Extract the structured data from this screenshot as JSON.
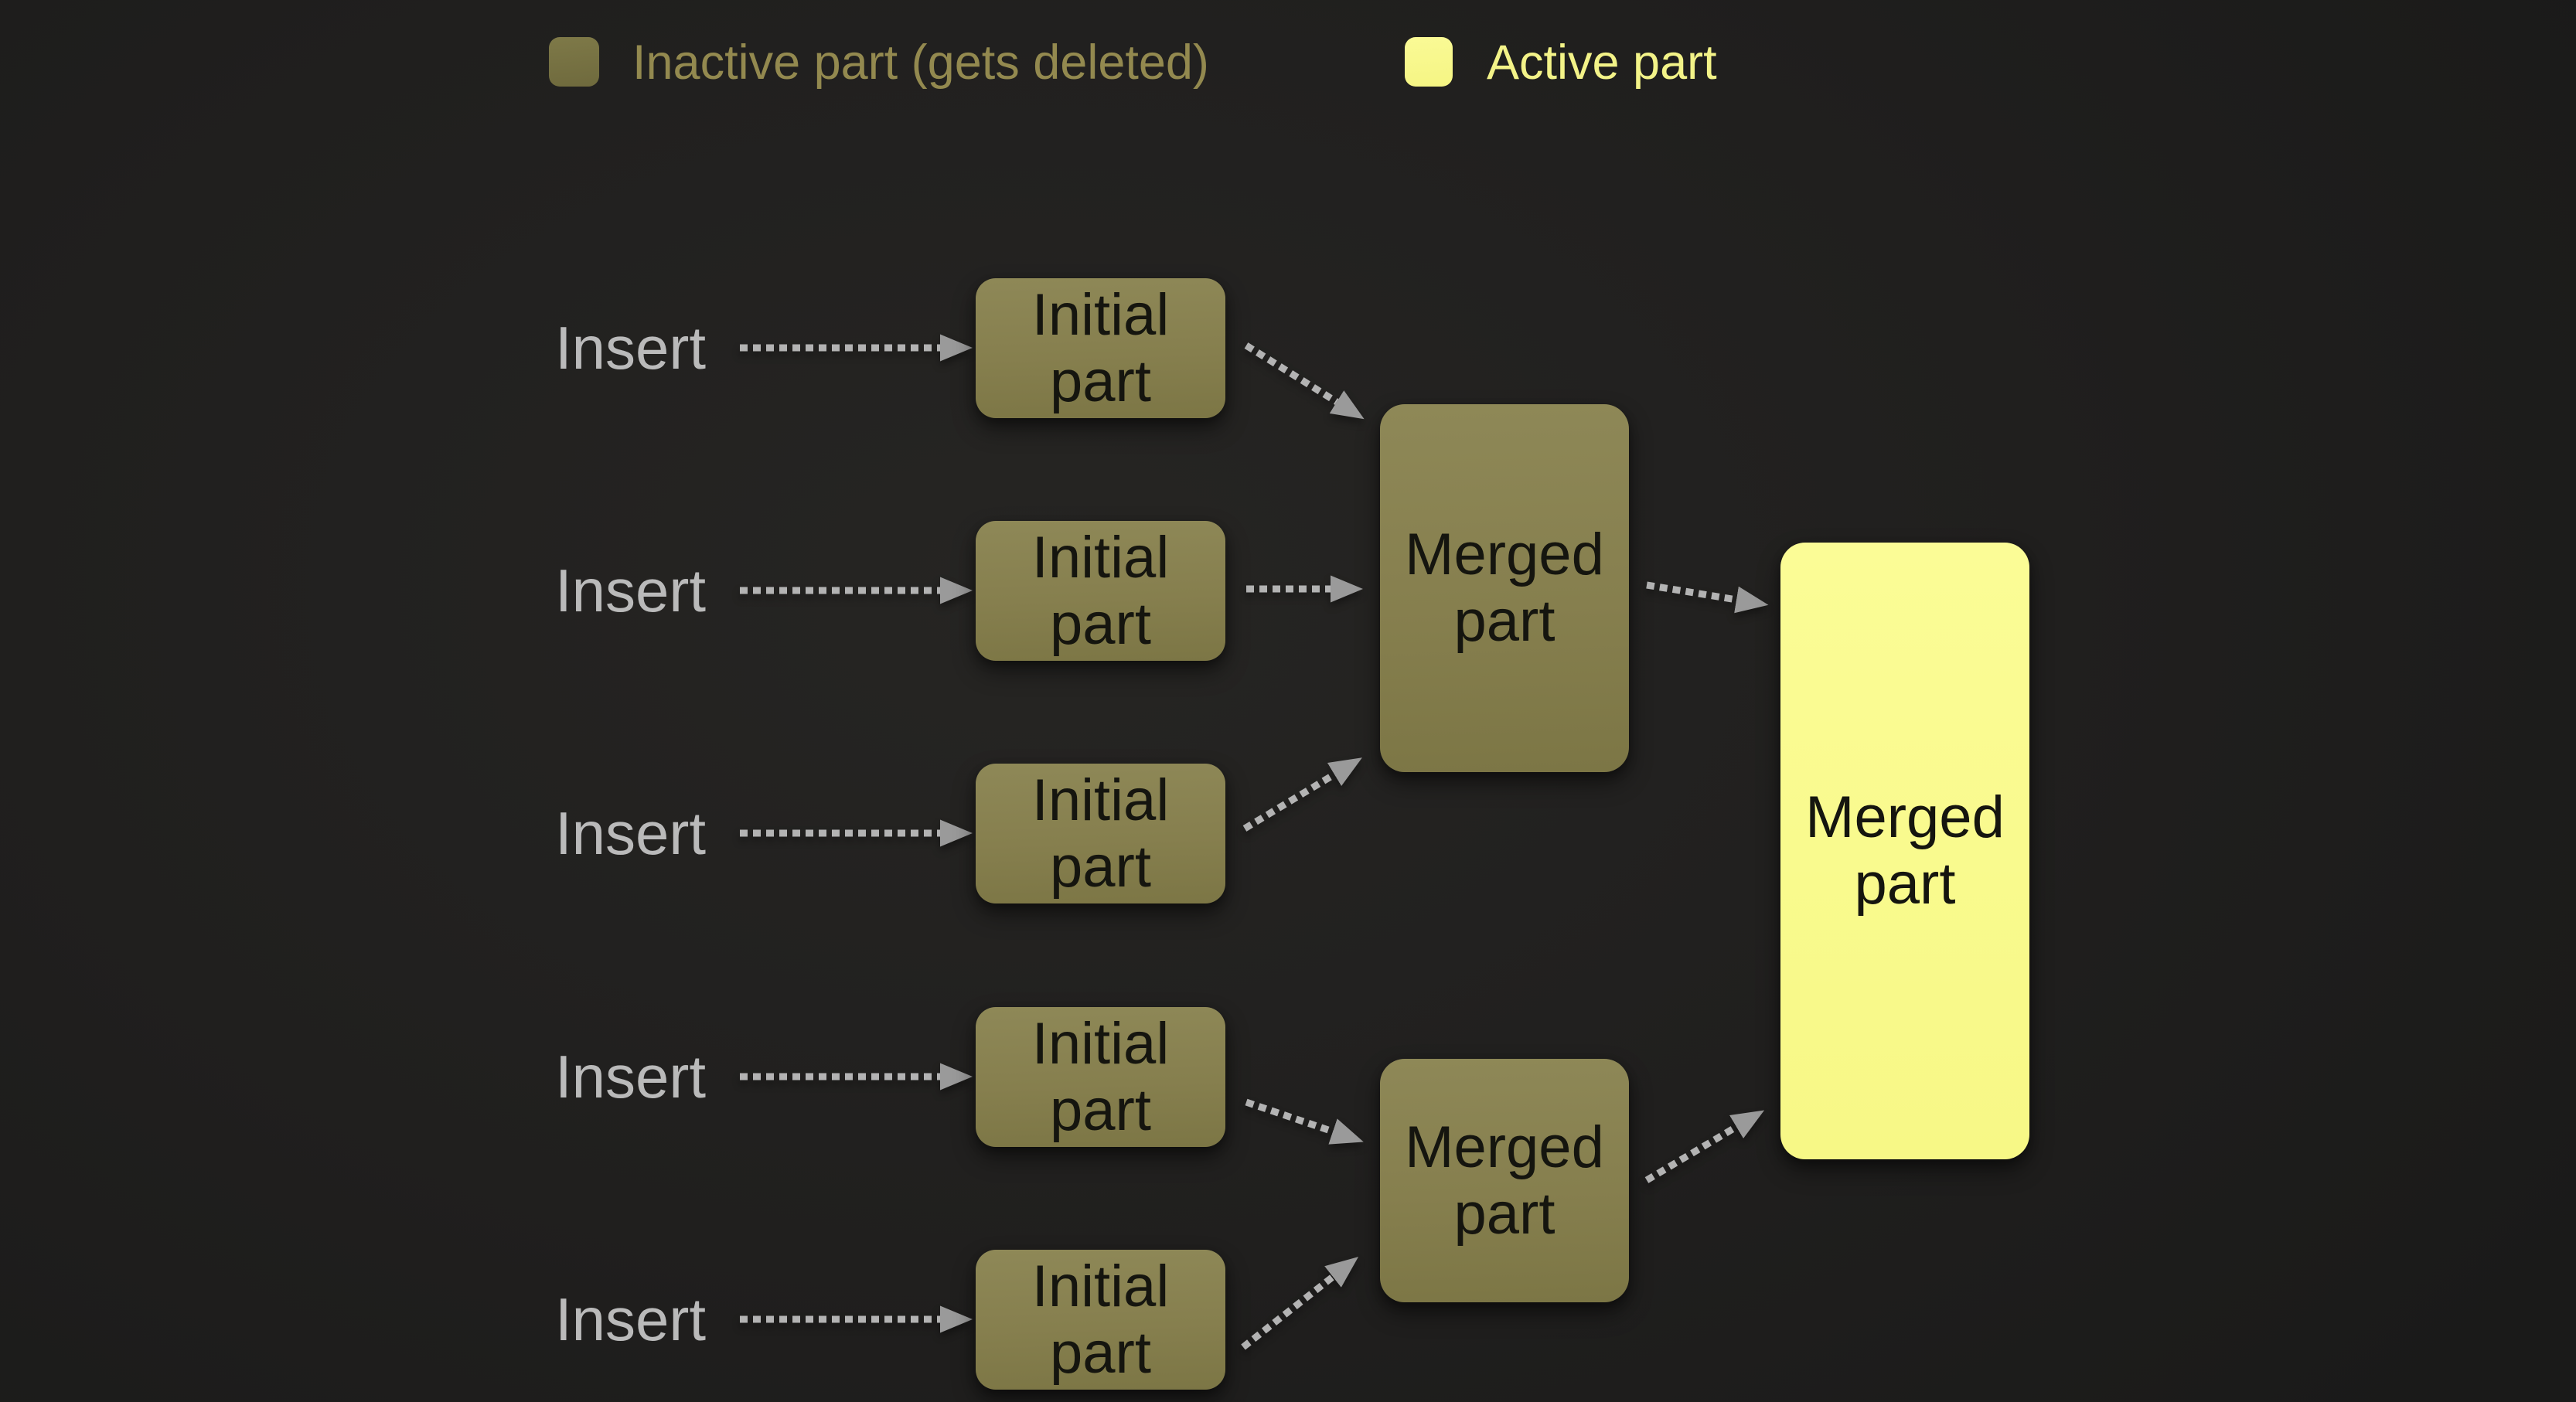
{
  "colors": {
    "background": "#201f1e",
    "inactive_fill": "#89834f",
    "active_fill": "#f9fa8e",
    "node_text": "#15150f",
    "insert_text": "#bababa",
    "arrow_line": "#b3b3b3",
    "arrow_head": "#9a9a9a",
    "legend_inactive_text": "#93894f",
    "legend_active_text": "#f3f388"
  },
  "legend": {
    "inactive": {
      "label": "Inactive part (gets deleted)"
    },
    "active": {
      "label": "Active part"
    }
  },
  "rows": [
    {
      "insert_label": "Insert",
      "node_label": "Initial part"
    },
    {
      "insert_label": "Insert",
      "node_label": "Initial part"
    },
    {
      "insert_label": "Insert",
      "node_label": "Initial part"
    },
    {
      "insert_label": "Insert",
      "node_label": "Initial part"
    },
    {
      "insert_label": "Insert",
      "node_label": "Initial part"
    }
  ],
  "merged_nodes": [
    {
      "label": "Merged part",
      "state": "inactive"
    },
    {
      "label": "Merged part",
      "state": "inactive"
    },
    {
      "label": "Merged part",
      "state": "active"
    }
  ]
}
